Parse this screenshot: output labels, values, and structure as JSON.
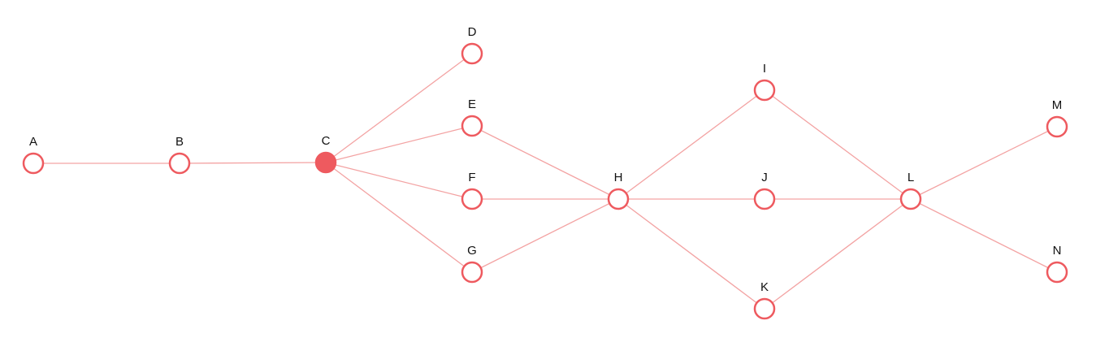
{
  "graph": {
    "colors": {
      "node_stroke": "#ee5a5f",
      "node_fill": "#ffffff",
      "selected_fill": "#ee5a5f",
      "edge": "#f3a3a3",
      "label": "#111111"
    },
    "selected": "C",
    "nodes": [
      {
        "id": "A",
        "label": "A"
      },
      {
        "id": "B",
        "label": "B"
      },
      {
        "id": "C",
        "label": "C"
      },
      {
        "id": "D",
        "label": "D"
      },
      {
        "id": "E",
        "label": "E"
      },
      {
        "id": "F",
        "label": "F"
      },
      {
        "id": "G",
        "label": "G"
      },
      {
        "id": "H",
        "label": "H"
      },
      {
        "id": "I",
        "label": "I"
      },
      {
        "id": "J",
        "label": "J"
      },
      {
        "id": "K",
        "label": "K"
      },
      {
        "id": "L",
        "label": "L"
      },
      {
        "id": "M",
        "label": "M"
      },
      {
        "id": "N",
        "label": "N"
      }
    ],
    "edges": [
      [
        "A",
        "B"
      ],
      [
        "B",
        "C"
      ],
      [
        "C",
        "D"
      ],
      [
        "C",
        "E"
      ],
      [
        "C",
        "F"
      ],
      [
        "C",
        "G"
      ],
      [
        "E",
        "H"
      ],
      [
        "F",
        "H"
      ],
      [
        "G",
        "H"
      ],
      [
        "H",
        "I"
      ],
      [
        "H",
        "J"
      ],
      [
        "H",
        "K"
      ],
      [
        "I",
        "L"
      ],
      [
        "J",
        "L"
      ],
      [
        "K",
        "L"
      ],
      [
        "L",
        "M"
      ],
      [
        "L",
        "N"
      ]
    ]
  }
}
